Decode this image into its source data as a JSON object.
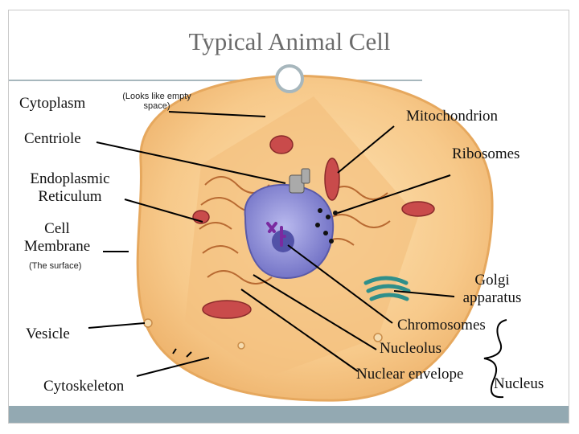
{
  "title": "Typical Animal Cell",
  "labels": {
    "cytoplasm": "Cytoplasm",
    "cytoplasm_note": "(Looks like empty space)",
    "centriole": "Centriole",
    "er": "Endoplasmic Reticulum",
    "er_line1": "Endoplasmic",
    "er_line2": "Reticulum",
    "membrane_line1": "Cell",
    "membrane_line2": "Membrane",
    "membrane_note": "(The surface)",
    "vesicle": "Vesicle",
    "cytoskeleton": "Cytoskeleton",
    "mitochondrion": "Mitochondrion",
    "ribosomes": "Ribosomes",
    "golgi_line1": "Golgi",
    "golgi_line2": "apparatus",
    "chromosomes": "Chromosomes",
    "nucleolus": "Nucleolus",
    "nuclear_envelope": "Nuclear envelope",
    "nucleus": "Nucleus"
  },
  "colors": {
    "title": "#6b6b6b",
    "footer": "#93a9b2",
    "separator": "#a7b7bd",
    "cytoplasm": "#f7c98a",
    "nucleus": "#8f8fd6",
    "mitochondria": "#c94b4b",
    "er": "#d08a4e",
    "golgi": "#2f8f8a"
  }
}
